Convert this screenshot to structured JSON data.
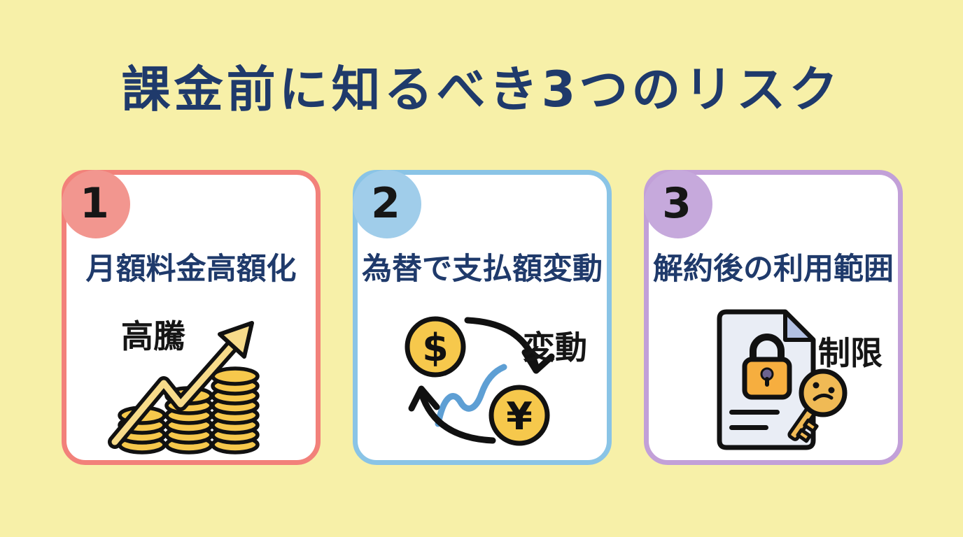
{
  "title": "課金前に知るべき3つのリスク",
  "colors": {
    "page-bg": "#F7F0A8",
    "navy": "#1F3A6B",
    "card-bg": "#FFFFFF",
    "coin-gold": "#F6C84C",
    "arrow-gold": "#F7DB8A",
    "wave-blue": "#5E9FD4",
    "lock-orange": "#F6AE3F",
    "doc-fill": "#E9EDF5",
    "doc-fold": "#B3C1E3",
    "key-gold": "#F0BA55"
  },
  "cards": [
    {
      "number": "1",
      "accent": "#F2817A",
      "badge": "#F2968F",
      "heading": "月額料金高額化",
      "icon": "coin-stacks-growth-arrow",
      "icon_label": "高騰"
    },
    {
      "number": "2",
      "accent": "#8AC4E6",
      "badge": "#A0CDEA",
      "heading": "為替で支払額変動",
      "icon": "currency-exchange-dollar-yen",
      "icon_label": "変動",
      "symbols": {
        "left_coin": "$",
        "right_coin": "¥"
      }
    },
    {
      "number": "3",
      "accent": "#C2A0D8",
      "badge": "#C6A9DC",
      "heading": "解約後の利用範囲",
      "icon": "locked-document-sad-key",
      "icon_label": "制限"
    }
  ]
}
